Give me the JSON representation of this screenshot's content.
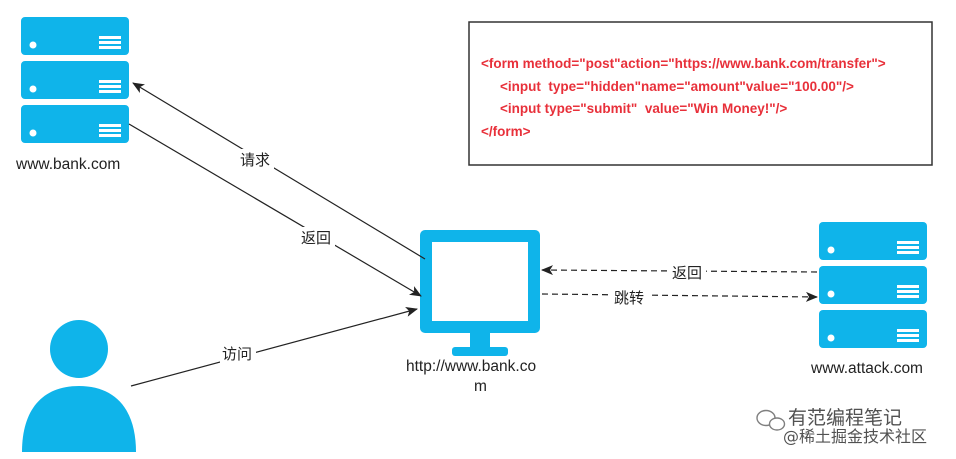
{
  "nodes": {
    "bank_server": {
      "caption": "www.bank.com"
    },
    "client_pc": {
      "caption_line1": "http://www.bank.co",
      "caption_line2": "m"
    },
    "attack_server": {
      "caption": "www.attack.com"
    }
  },
  "edges": {
    "request": "请求",
    "response_bank": "返回",
    "visit": "访问",
    "response_attack": "返回",
    "redirect": "跳转"
  },
  "code_box": {
    "lines": [
      "<form method=\"post\"action=\"https://www.bank.com/transfer\">",
      "<input  type=\"hidden\"name=\"amount\"value=\"100.00\"/>",
      "<input type=\"submit\"  value=\"Win Money!\"/>",
      "</form>"
    ]
  },
  "watermark": {
    "line1": "有范编程笔记",
    "line2": "@稀土掘金技术社区"
  },
  "colors": {
    "accent": "#0fb4ea",
    "code": "#e8303a",
    "line": "#222222"
  }
}
